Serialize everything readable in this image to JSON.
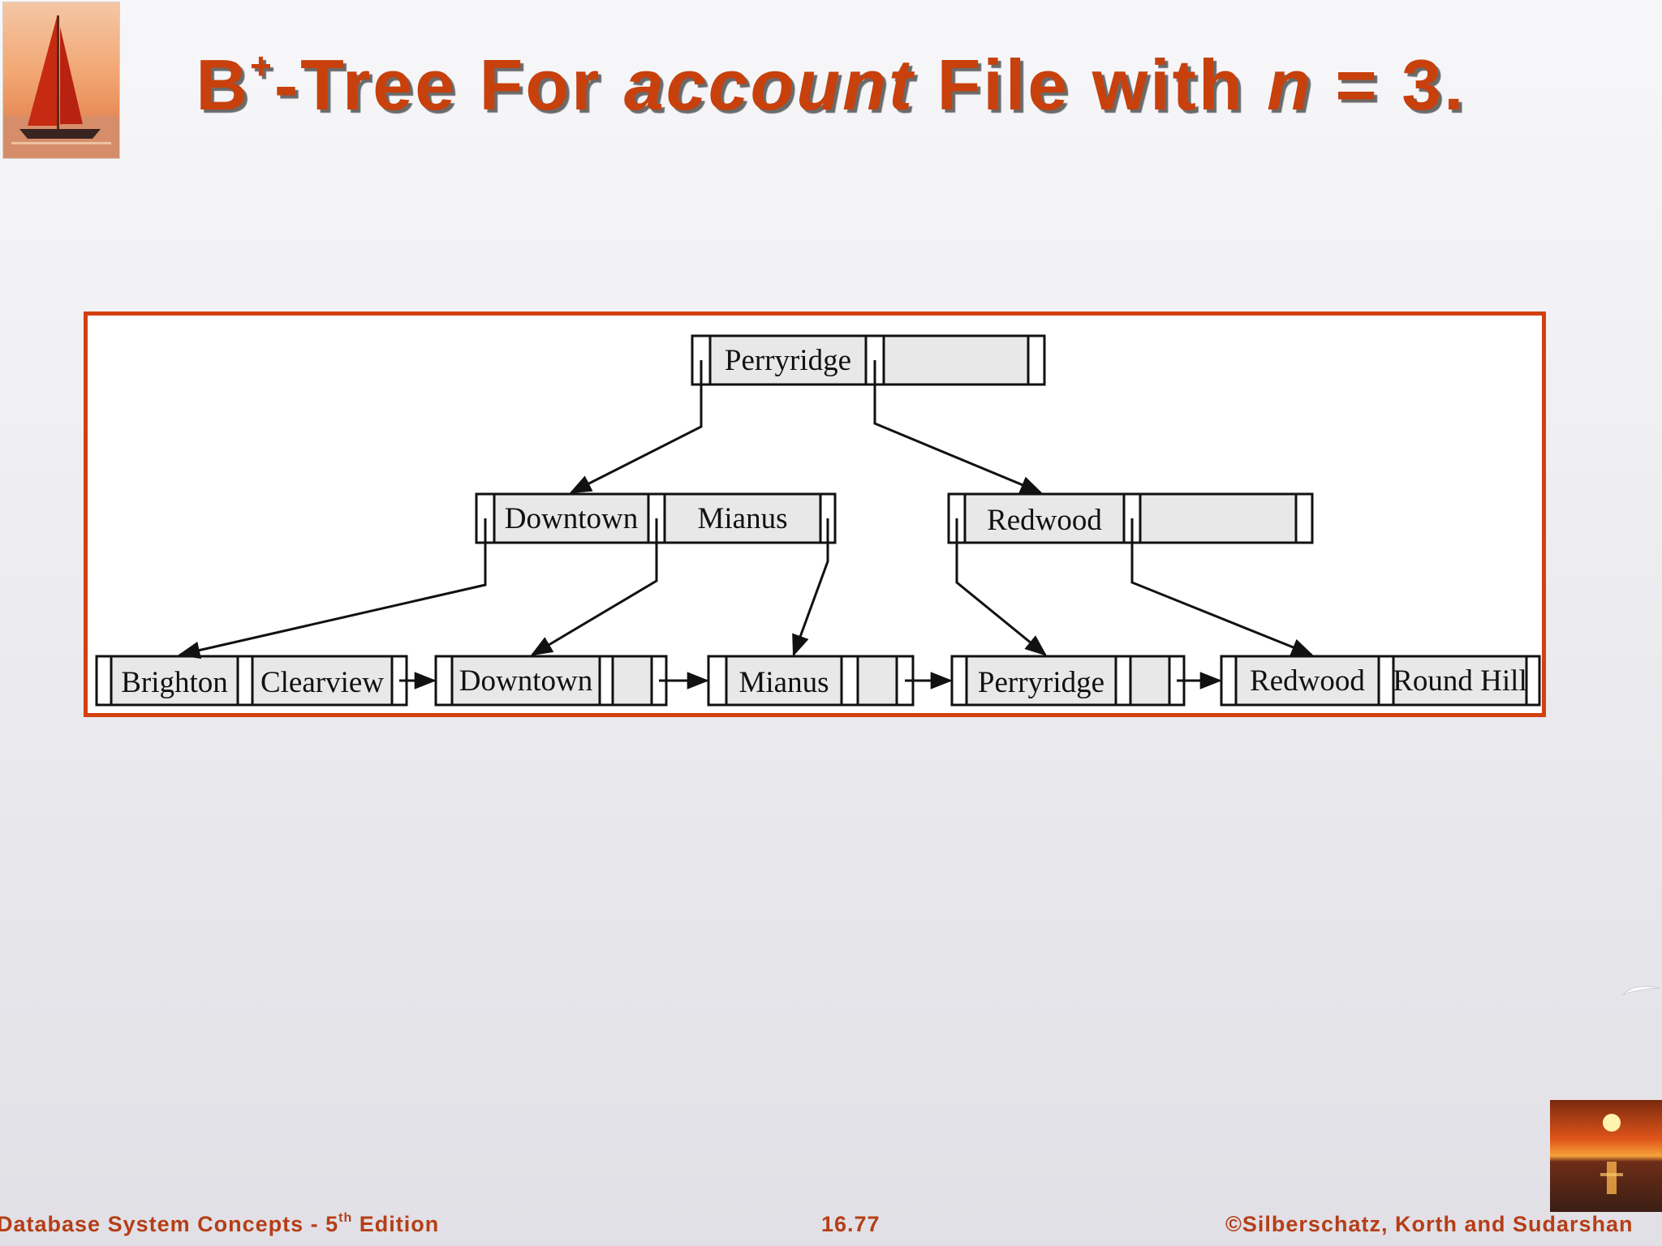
{
  "slide": {
    "title_before": "B",
    "title_sup": "+",
    "title_middle": "-Tree For ",
    "title_italic_1": "account",
    "title_middle_2": " File with ",
    "title_italic_2": "n",
    "title_end": " = 3.",
    "footer_left_before": "Database System Concepts - 5",
    "footer_left_sup": "th",
    "footer_left_after": " Edition",
    "footer_center": "16.77",
    "footer_right": "©Silberschatz, Korth and Sudarshan"
  },
  "tree": {
    "root": {
      "keys": [
        "Perryridge"
      ]
    },
    "internal": [
      {
        "keys": [
          "Downtown",
          "Mianus"
        ]
      },
      {
        "keys": [
          "Redwood"
        ]
      }
    ],
    "leaves": [
      {
        "keys": [
          "Brighton",
          "Clearview"
        ]
      },
      {
        "keys": [
          "Downtown"
        ]
      },
      {
        "keys": [
          "Mianus"
        ]
      },
      {
        "keys": [
          "Perryridge"
        ]
      },
      {
        "keys": [
          "Redwood",
          "Round Hill"
        ]
      }
    ]
  },
  "colors": {
    "accent": "#c8400c",
    "frame": "#d2400f",
    "node_fill": "#e8e8e8"
  },
  "icons": {
    "top_left": "sailboat-sunset-photo",
    "bottom_right": "sunset-photo"
  }
}
